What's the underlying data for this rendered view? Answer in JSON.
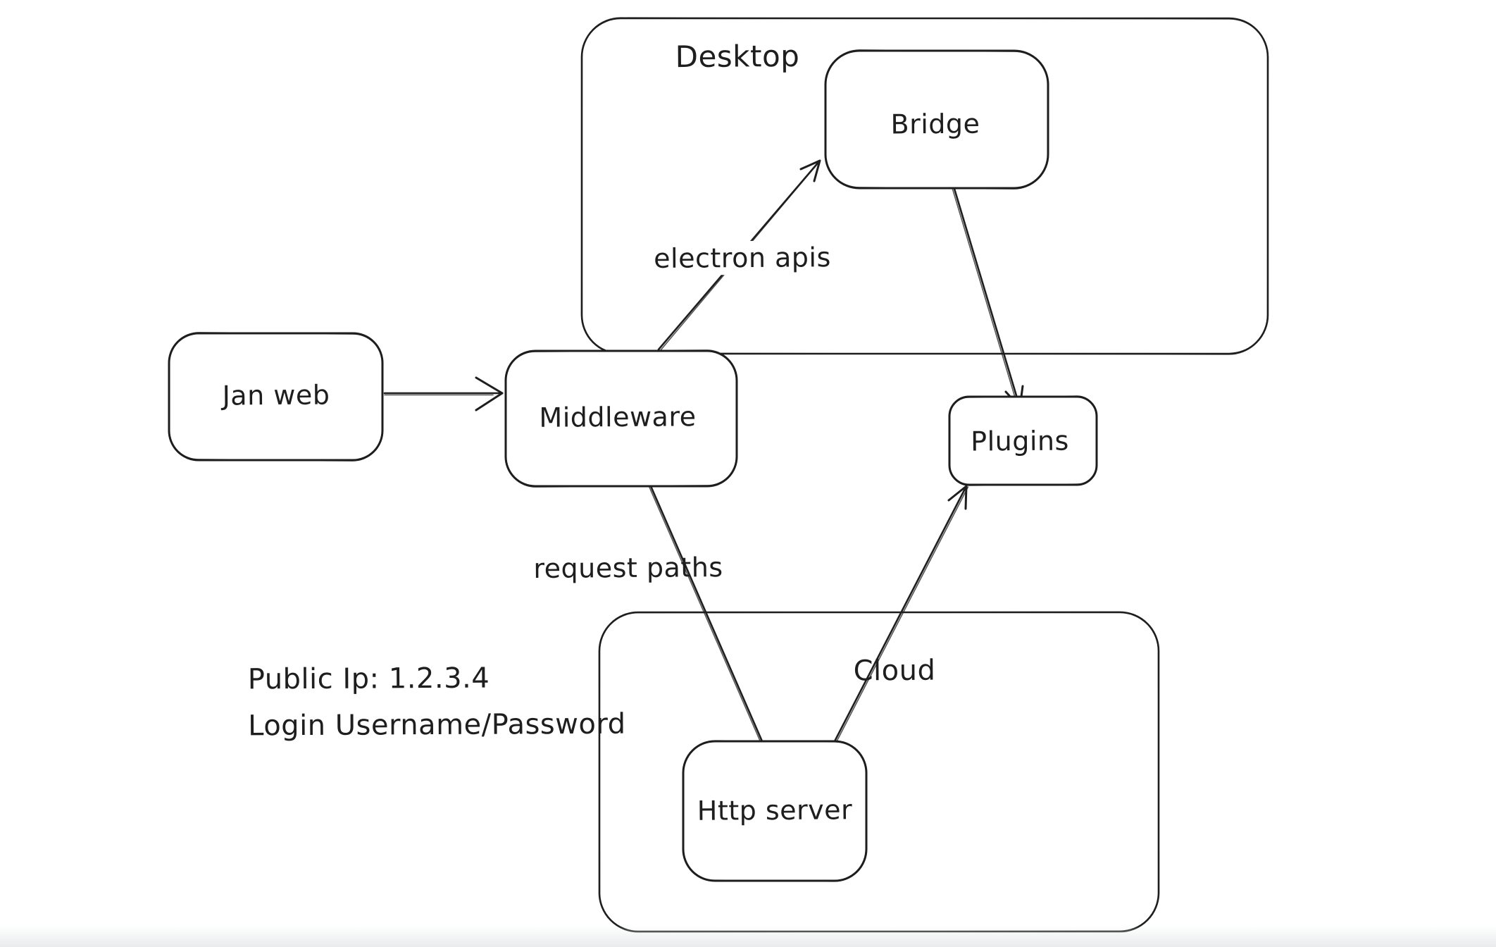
{
  "canvas": {
    "background_color": "#ffffff",
    "stroke_color": "#1e1e1e",
    "style": "hand-drawn whiteboard diagram"
  },
  "diagram": {
    "containers": [
      {
        "id": "desktop",
        "label": "Desktop"
      },
      {
        "id": "cloud",
        "label": "Cloud"
      }
    ],
    "nodes": [
      {
        "id": "jan-web",
        "label": "Jan web"
      },
      {
        "id": "middleware",
        "label": "Middleware"
      },
      {
        "id": "bridge",
        "label": "Bridge"
      },
      {
        "id": "plugins",
        "label": "Plugins"
      },
      {
        "id": "http-server",
        "label": "Http server"
      }
    ],
    "edges": [
      {
        "from": "jan-web",
        "to": "middleware",
        "label": "",
        "arrowhead": "at-middleware"
      },
      {
        "from": "middleware",
        "to": "bridge",
        "label": "electron apis",
        "arrowhead": "at-bridge"
      },
      {
        "from": "bridge",
        "to": "plugins",
        "label": "",
        "arrowhead": "at-plugins"
      },
      {
        "from": "middleware",
        "to": "http-server",
        "label": "request paths",
        "arrowhead": "none"
      },
      {
        "from": "http-server",
        "to": "plugins",
        "label": "",
        "arrowhead": "at-plugins"
      }
    ],
    "notes": {
      "line1": "Public Ip: 1.2.3.4",
      "line2": "Login Username/Password"
    }
  }
}
